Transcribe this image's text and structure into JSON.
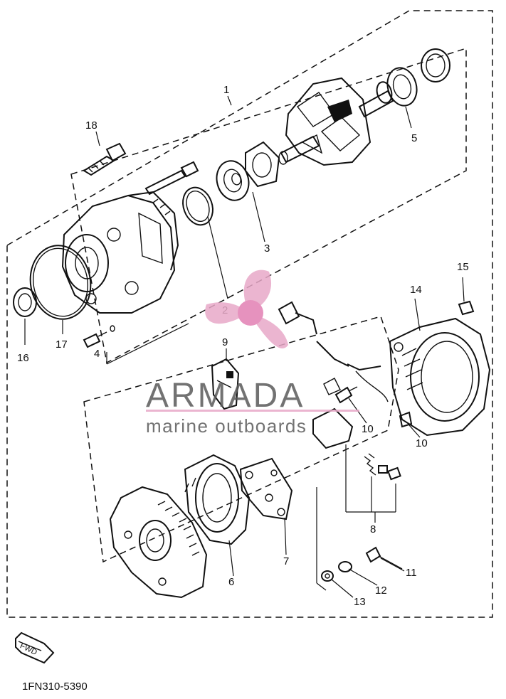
{
  "diagram": {
    "part_numbers": [
      "1",
      "2",
      "3",
      "4",
      "5",
      "6",
      "7",
      "8",
      "9",
      "10",
      "10",
      "11",
      "12",
      "13",
      "14",
      "15",
      "16",
      "17",
      "18"
    ],
    "fwd_label": "FWD",
    "drawing_code": "1FN310-5390"
  },
  "watermark": {
    "brand": "ARMADA",
    "tagline": "marine outboards",
    "accent_color": "#e8a9c8",
    "text_color": "#5a5a5a"
  }
}
